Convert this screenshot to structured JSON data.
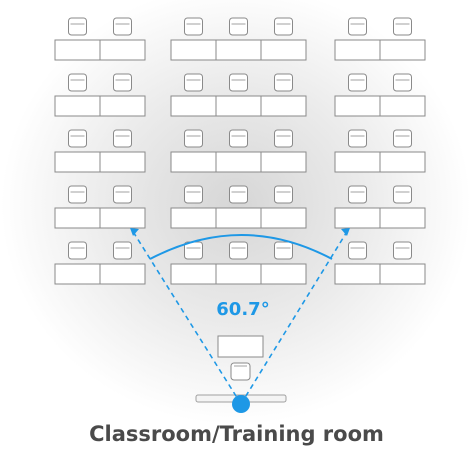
{
  "diagram": {
    "angle_label": "60.7°",
    "caption": "Classroom/Training room",
    "colors": {
      "accent": "#1e98e6",
      "seat_stroke": "#8a8a8a",
      "seat_fill": "#ffffff",
      "background_glow": "#d9d9d9"
    },
    "layout": {
      "seating_groups": 3,
      "rows": 5,
      "desks_per_row": [
        2,
        3,
        2
      ]
    },
    "icons": [
      "camera-icon",
      "presenter-desk-icon"
    ]
  }
}
